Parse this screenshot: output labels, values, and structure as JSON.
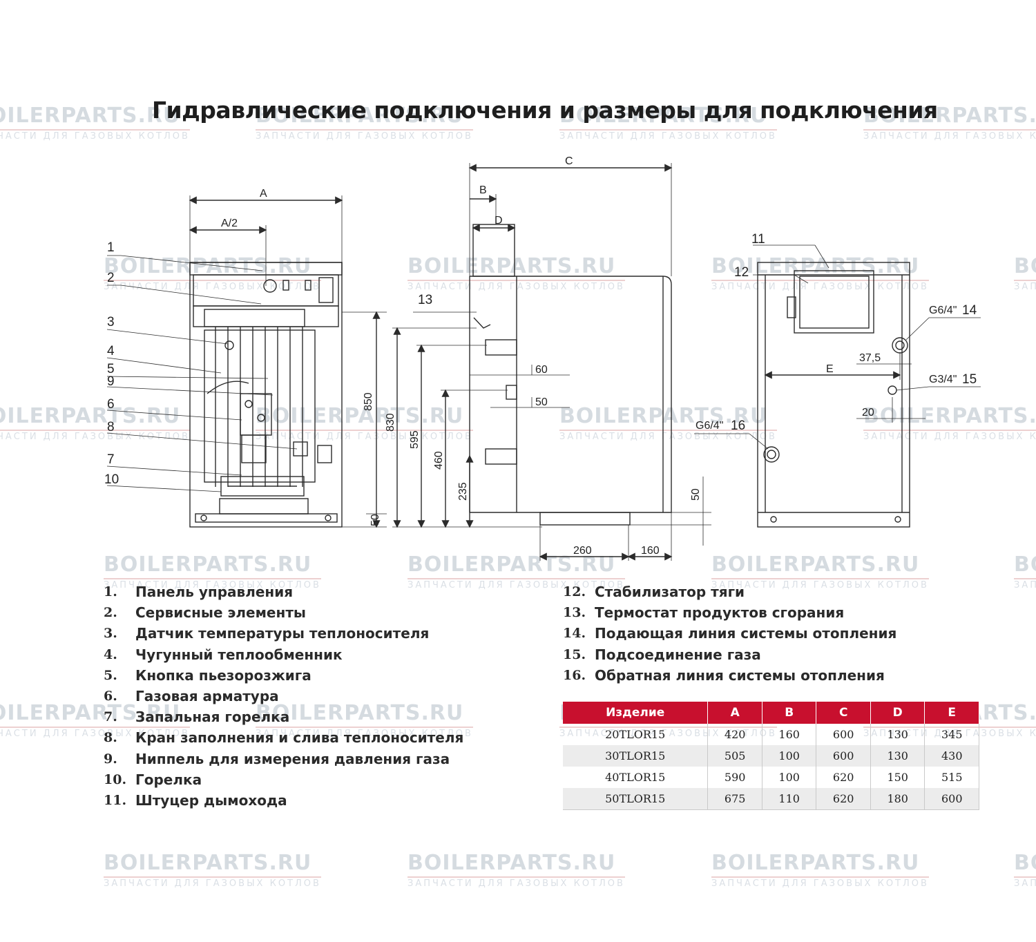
{
  "title": "Гидравлические подключения и размеры для подключения",
  "watermark": {
    "brand": "BOILERPARTS.RU",
    "tagline": "ЗАПЧАСТИ ДЛЯ ГАЗОВЫХ КОТЛОВ"
  },
  "legend_left": [
    {
      "num": "1.",
      "text": "Панель управления"
    },
    {
      "num": "2.",
      "text": "Сервисные элементы"
    },
    {
      "num": "3.",
      "text": "Датчик температуры теплоносителя"
    },
    {
      "num": "4.",
      "text": "Чугунный теплообменник"
    },
    {
      "num": "5.",
      "text": "Кнопка пьезорозжига"
    },
    {
      "num": "6.",
      "text": "Газовая арматура"
    },
    {
      "num": "7.",
      "text": "Запальная горелка"
    },
    {
      "num": "8.",
      "text": "Кран заполнения и слива теплоносителя"
    },
    {
      "num": "9.",
      "text": "Ниппель для измерения давления газа"
    },
    {
      "num": "10.",
      "text": "Горелка"
    },
    {
      "num": "11.",
      "text": "Штуцер дымохода"
    }
  ],
  "legend_right": [
    {
      "num": "12.",
      "text": "Стабилизатор тяги"
    },
    {
      "num": "13.",
      "text": "Термостат продуктов сгорания"
    },
    {
      "num": "14.",
      "text": "Подающая линия системы отопления"
    },
    {
      "num": "15.",
      "text": "Подсоединение газа"
    },
    {
      "num": "16.",
      "text": "Обратная линия системы отопления"
    }
  ],
  "table": {
    "headers": [
      "Изделие",
      "A",
      "B",
      "C",
      "D",
      "E"
    ],
    "rows": [
      [
        "20TLOR15",
        "420",
        "160",
        "600",
        "130",
        "345"
      ],
      [
        "30TLOR15",
        "505",
        "100",
        "600",
        "130",
        "430"
      ],
      [
        "40TLOR15",
        "590",
        "100",
        "620",
        "150",
        "515"
      ],
      [
        "50TLOR15",
        "675",
        "110",
        "620",
        "180",
        "600"
      ]
    ]
  },
  "front_view": {
    "dim_top": "A",
    "dim_half": "A/2",
    "callouts": [
      "1",
      "2",
      "3",
      "4",
      "5",
      "9",
      "6",
      "8",
      "7",
      "10"
    ],
    "dim_height": "850",
    "dim_bottom": "50"
  },
  "side_view": {
    "dim_c": "C",
    "dim_b": "B",
    "dim_d": "D",
    "callout_13": "13",
    "dim_830": "830",
    "dim_595": "595",
    "dim_460": "460",
    "dim_235": "235",
    "dim_60": "60",
    "dim_50": "50",
    "dim_50_right": "50",
    "dim_260": "260",
    "dim_160": "160"
  },
  "rear_view": {
    "callout_11": "11",
    "callout_12": "12",
    "label_14": "G6/4\"",
    "num_14": "14",
    "label_15": "G3/4\"",
    "num_15": "15",
    "label_16": "G6/4\"",
    "num_16": "16",
    "dim_e": "E",
    "dim_375": "37,5",
    "dim_20": "20"
  },
  "colors": {
    "accent_red": "#c8102e",
    "line": "#2b2b2b"
  }
}
